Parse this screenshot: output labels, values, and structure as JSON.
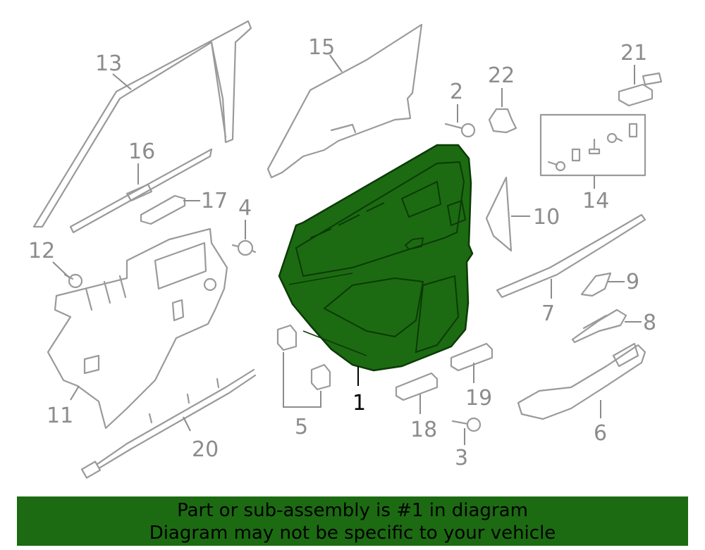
{
  "callouts": {
    "c1": "1",
    "c2": "2",
    "c3": "3",
    "c4": "4",
    "c5": "5",
    "c6": "6",
    "c7": "7",
    "c8": "8",
    "c9": "9",
    "c10": "10",
    "c11": "11",
    "c12": "12",
    "c13": "13",
    "c14": "14",
    "c15": "15",
    "c16": "16",
    "c17": "17",
    "c18": "18",
    "c19": "19",
    "c20": "20",
    "c21": "21",
    "c22": "22"
  },
  "highlight_color": "#1c6b12",
  "banner": {
    "line1": "Part or sub-assembly is #1 in diagram",
    "line2": "Diagram may not be specific to your vehicle"
  }
}
